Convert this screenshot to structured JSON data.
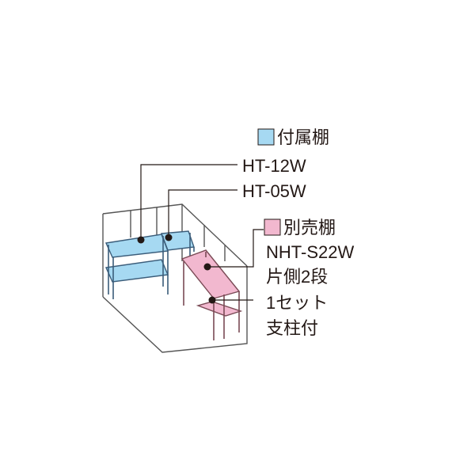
{
  "legend": {
    "attached": {
      "title": "付属棚",
      "color": "#a6d9f2"
    },
    "sold_separately": {
      "title": "別売棚",
      "color": "#f2b8cf"
    }
  },
  "attached_shelves": [
    {
      "model": "HT-12W"
    },
    {
      "model": "HT-05W"
    }
  ],
  "optional_shelf": {
    "model": "NHT-S22W",
    "lines": [
      "片側2段",
      "1セット",
      "支柱付"
    ]
  },
  "colors": {
    "line": "#231815",
    "shed_outline": "#555555",
    "blue_frame": "#3b5d7a",
    "pink_frame": "#7a4a55"
  }
}
